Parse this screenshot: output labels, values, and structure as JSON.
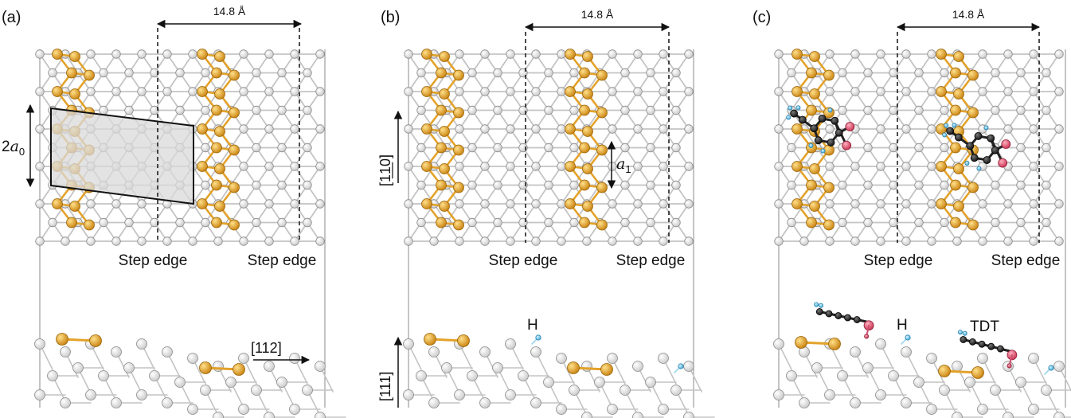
{
  "panels": [
    {
      "label": "(a)",
      "distance": "14.8 Å",
      "step_edge_labels": [
        "Step edge",
        "Step edge"
      ],
      "lattice_label": {
        "coef": "2",
        "symbol": "a",
        "sub": "0"
      },
      "direction_label": "[112]",
      "hydrogen_labels": []
    },
    {
      "label": "(b)",
      "distance": "14.8 Å",
      "step_edge_labels": [
        "Step edge",
        "Step edge"
      ],
      "lattice_label": {
        "coef": "",
        "symbol": "a",
        "sub": "1"
      },
      "direction_top": "[1̲1̲0]",
      "direction_bottom": "[111]",
      "hydrogen_labels": [
        "H"
      ]
    },
    {
      "label": "(c)",
      "distance": "14.8 Å",
      "step_edge_labels": [
        "Step edge",
        "Step edge"
      ],
      "hydrogen_labels": [
        "H"
      ],
      "molecule_label": "TDT"
    }
  ],
  "colors": {
    "silicon": "#d6d6d6",
    "gold": "#e3a22a",
    "hydrogen": "#6fc7ea",
    "carbon": "#2e2e2e",
    "sulfur": "#e0506a",
    "unit_cell_fill": "#d9d9d9"
  }
}
